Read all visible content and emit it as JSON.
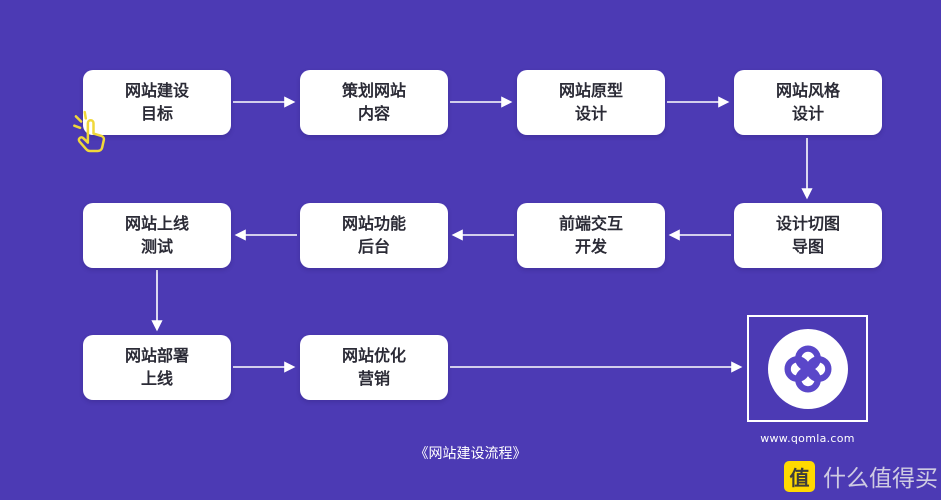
{
  "colors": {
    "background": "#4c3ab4",
    "box_background": "#ffffff",
    "box_text": "#2b2b36",
    "arrow": "#ffffff",
    "hand_icon_yellow": "#f0d83a",
    "logo_purple": "#5a47c9",
    "watermark_yellow": "#ffd900"
  },
  "flow": {
    "rows": [
      {
        "boxes": [
          {
            "line1": "网站建设",
            "line2": "目标"
          },
          {
            "line1": "策划网站",
            "line2": "内容"
          },
          {
            "line1": "网站原型",
            "line2": "设计"
          },
          {
            "line1": "网站风格",
            "line2": "设计"
          }
        ]
      },
      {
        "boxes": [
          {
            "line1": "网站上线",
            "line2": "测试"
          },
          {
            "line1": "网站功能",
            "line2": "后台"
          },
          {
            "line1": "前端交互",
            "line2": "开发"
          },
          {
            "line1": "设计切图",
            "line2": "导图"
          }
        ]
      },
      {
        "boxes": [
          {
            "line1": "网站部署",
            "line2": "上线"
          },
          {
            "line1": "网站优化",
            "line2": "营销"
          }
        ]
      }
    ]
  },
  "caption": "《网站建设流程》",
  "logo": {
    "url": "www.qomla.com"
  },
  "watermark": {
    "icon": "值",
    "label": "什么值得买"
  }
}
